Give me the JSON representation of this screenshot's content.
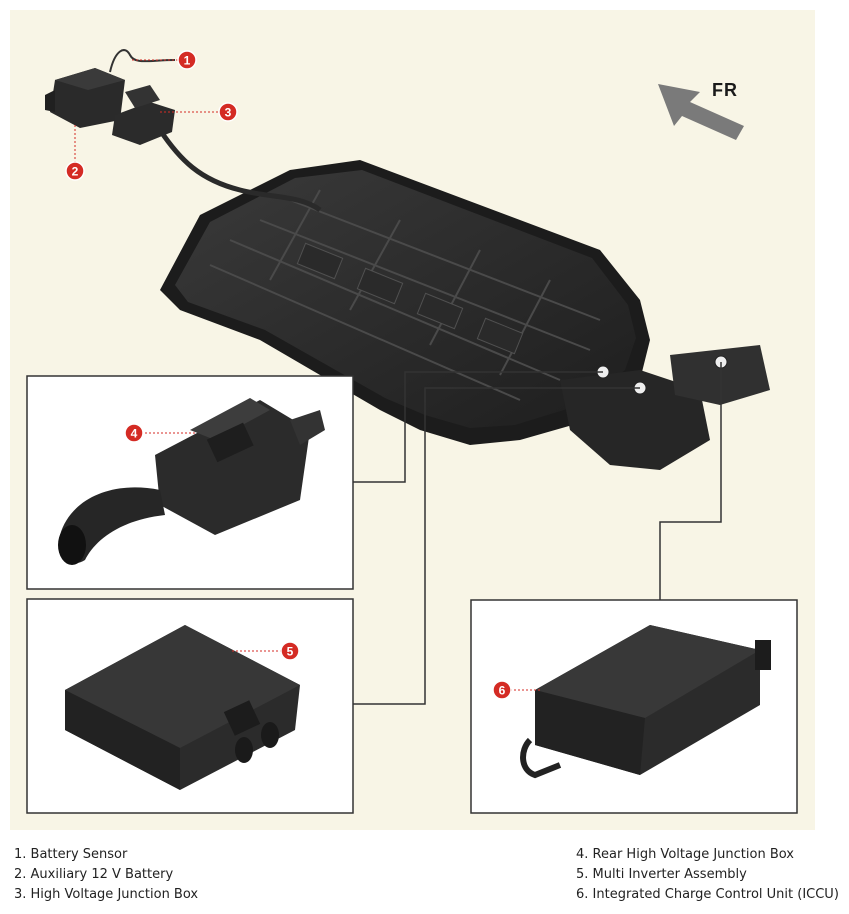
{
  "orientation_label": "FR",
  "callouts": [
    "1",
    "2",
    "3",
    "4",
    "5",
    "6"
  ],
  "legend_left": [
    "1. Battery Sensor",
    "2. Auxiliary 12 V Battery",
    "3. High Voltage Junction Box"
  ],
  "legend_right": [
    "4. Rear High Voltage Junction Box",
    "5. Multi Inverter Assembly",
    "6. Integrated Charge Control Unit (ICCU)"
  ],
  "colors": {
    "background": "#f8f5e6",
    "callout": "#d42b24",
    "leader": "#d42b24",
    "component": "#2b2b2b",
    "arrow": "#7a7a7a"
  },
  "icons": [
    "forward-arrow-icon"
  ]
}
